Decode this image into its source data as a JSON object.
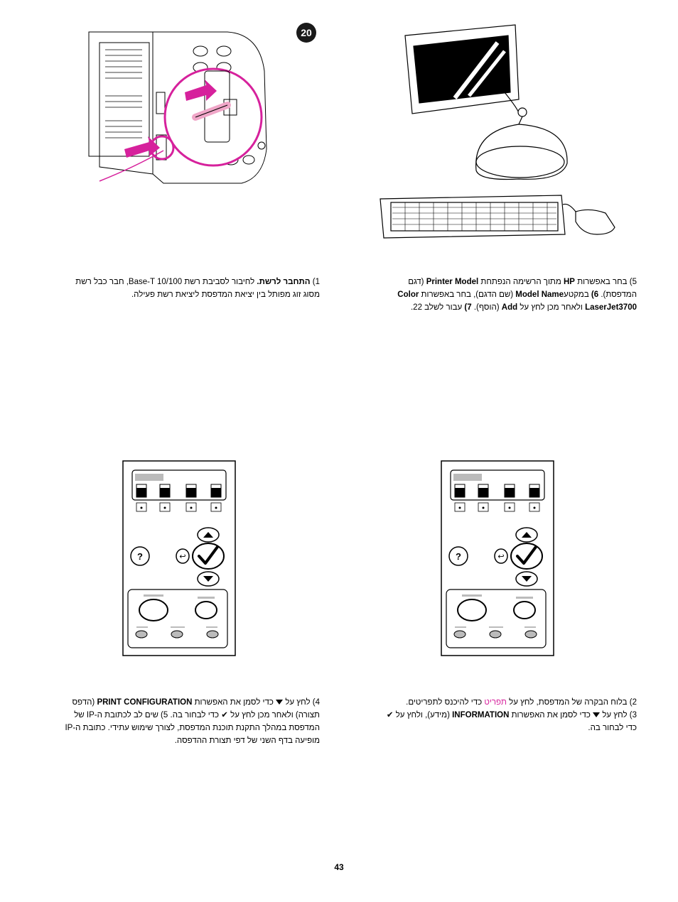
{
  "step_badge": "20",
  "page_number": "43",
  "network_instructions": {
    "step_num": "1)",
    "heading": "התחבר לרשת.",
    "line1_rest": "לחיבור לסביבת רשת Base-T 10/100, חבר כבל רשת",
    "line2": "מסוג זוג מפותל בין יציאת המדפסת ליציאת רשת פעילה."
  },
  "mac_instructions": {
    "line1_start": "5)  בחר באפשרות",
    "line1_hp": "HP",
    "line1_mid": "מתוך הרשימה הנפתחת",
    "line1_model": "Printer Model",
    "line1_end": "(דגם",
    "line2_start": "המדפסת).",
    "line2_step": "6)",
    "line2_mid": "במקטע",
    "line2_model_name": "Model Name",
    "line2_mid2": "(שם הדגם), בחר באפשרות",
    "line2_color": "Color",
    "line3_model": "LaserJet3700",
    "line3_mid": "ולאחר מכן לחץ על",
    "line3_add": "Add",
    "line3_mid2": "(הוסף).",
    "line3_step": "7)",
    "line3_end": "עבור לשלב 22."
  },
  "config_instructions": {
    "line1_step": "4)",
    "line1_a": "לחץ על",
    "line1_b": "כדי לסמן את האפשרות",
    "line1_print": "PRINT CONFIGURATION",
    "line1_end": "(הדפס",
    "line2_a": "תצורה) ולאחר מכן לחץ על",
    "line2_b": "כדי לבחור בה.",
    "line2_step": "5)",
    "line2_c": "שים לב לכתובת ה-IP של",
    "line3": "המדפסת במהלך התקנת תוכנת המדפסת, לצורך שימוש עתידי. כתובת ה-IP",
    "line4": "מופיעה בדף השני של דפי תצורת ההדפסה."
  },
  "menu_instructions": {
    "line1_step": "2)",
    "line1_a": "בלוח הבקרה של המדפסת, לחץ על",
    "line1_menu": "תפריט",
    "line1_b": "כדי להיכנס לתפריטים.",
    "line2_step": "3)",
    "line2_a": "לחץ על",
    "line2_b": "כדי לסמן את האפשרות",
    "line2_info": "INFORMATION",
    "line2_c": "(מידע), ולחץ על",
    "line3": "כדי לבחור בה."
  },
  "control_panel": {
    "help_symbol": "?",
    "back_symbol": "⮌",
    "check_symbol": "✔"
  },
  "colors": {
    "magenta": "#d6219c",
    "cable_pink": "#f0a6c8"
  }
}
